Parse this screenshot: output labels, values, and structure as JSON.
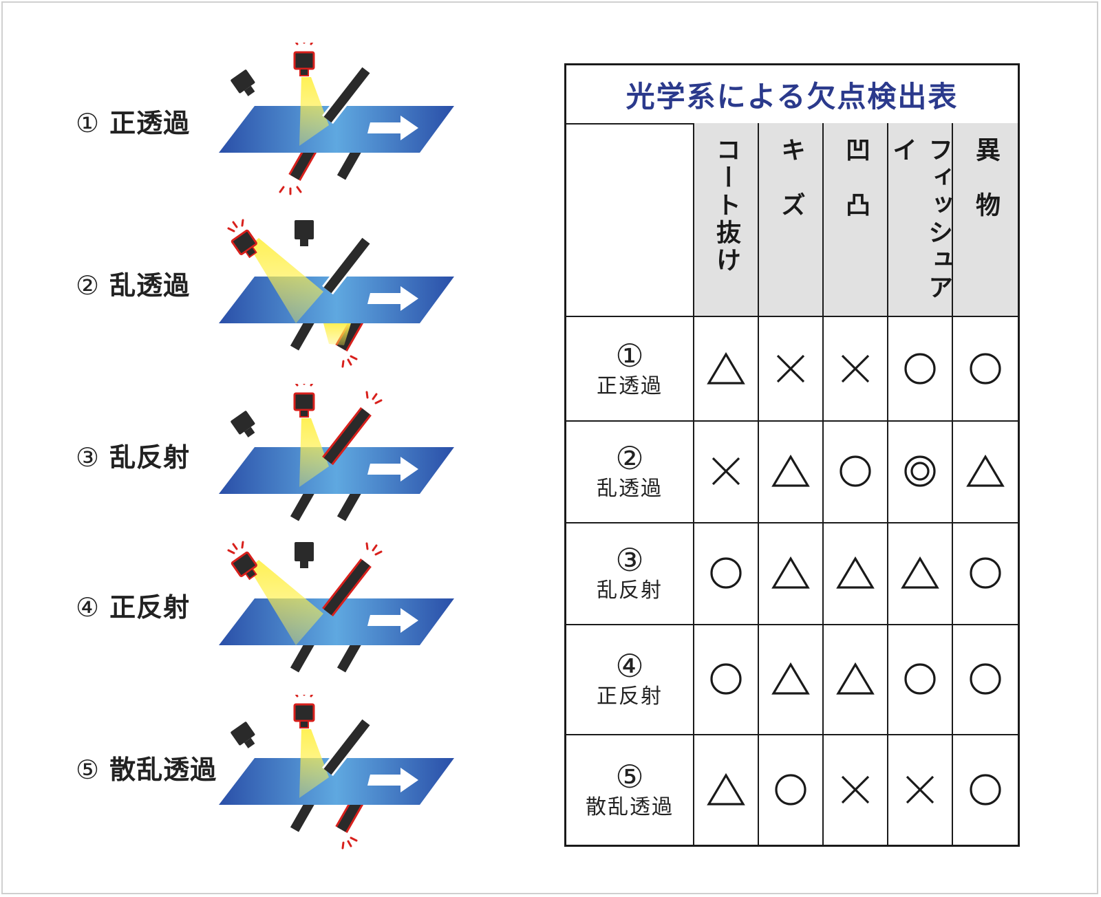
{
  "methods": [
    {
      "num": "①",
      "label": "正透過"
    },
    {
      "num": "②",
      "label": "乱透過"
    },
    {
      "num": "③",
      "label": "乱反射"
    },
    {
      "num": "④",
      "label": "正反射"
    },
    {
      "num": "⑤",
      "label": "散乱透過"
    }
  ],
  "table": {
    "title": "光学系による欠点検出表",
    "headers": [
      "コート抜け",
      "キ　ズ",
      "凹　凸",
      "フィッシュアイ",
      "異　物"
    ],
    "rows": [
      {
        "num": "①",
        "label": "正透過",
        "marks": [
          "triangle",
          "cross",
          "cross",
          "circle",
          "circle"
        ]
      },
      {
        "num": "②",
        "label": "乱透過",
        "marks": [
          "cross",
          "triangle",
          "circle",
          "double-circle",
          "triangle"
        ]
      },
      {
        "num": "③",
        "label": "乱反射",
        "marks": [
          "circle",
          "triangle",
          "triangle",
          "triangle",
          "circle"
        ]
      },
      {
        "num": "④",
        "label": "正反射",
        "marks": [
          "circle",
          "triangle",
          "triangle",
          "circle",
          "circle"
        ]
      },
      {
        "num": "⑤",
        "label": "散乱透過",
        "marks": [
          "triangle",
          "circle",
          "cross",
          "cross",
          "circle"
        ]
      }
    ]
  },
  "colors": {
    "title_text": "#2b3a8c",
    "film_dark": "#2a4fa8",
    "film_light": "#5fa8e0",
    "light_beam": "#fff04d",
    "active_outline": "#d8201c",
    "device": "#2a2a2a",
    "header_bg": "#e1e1e1"
  }
}
